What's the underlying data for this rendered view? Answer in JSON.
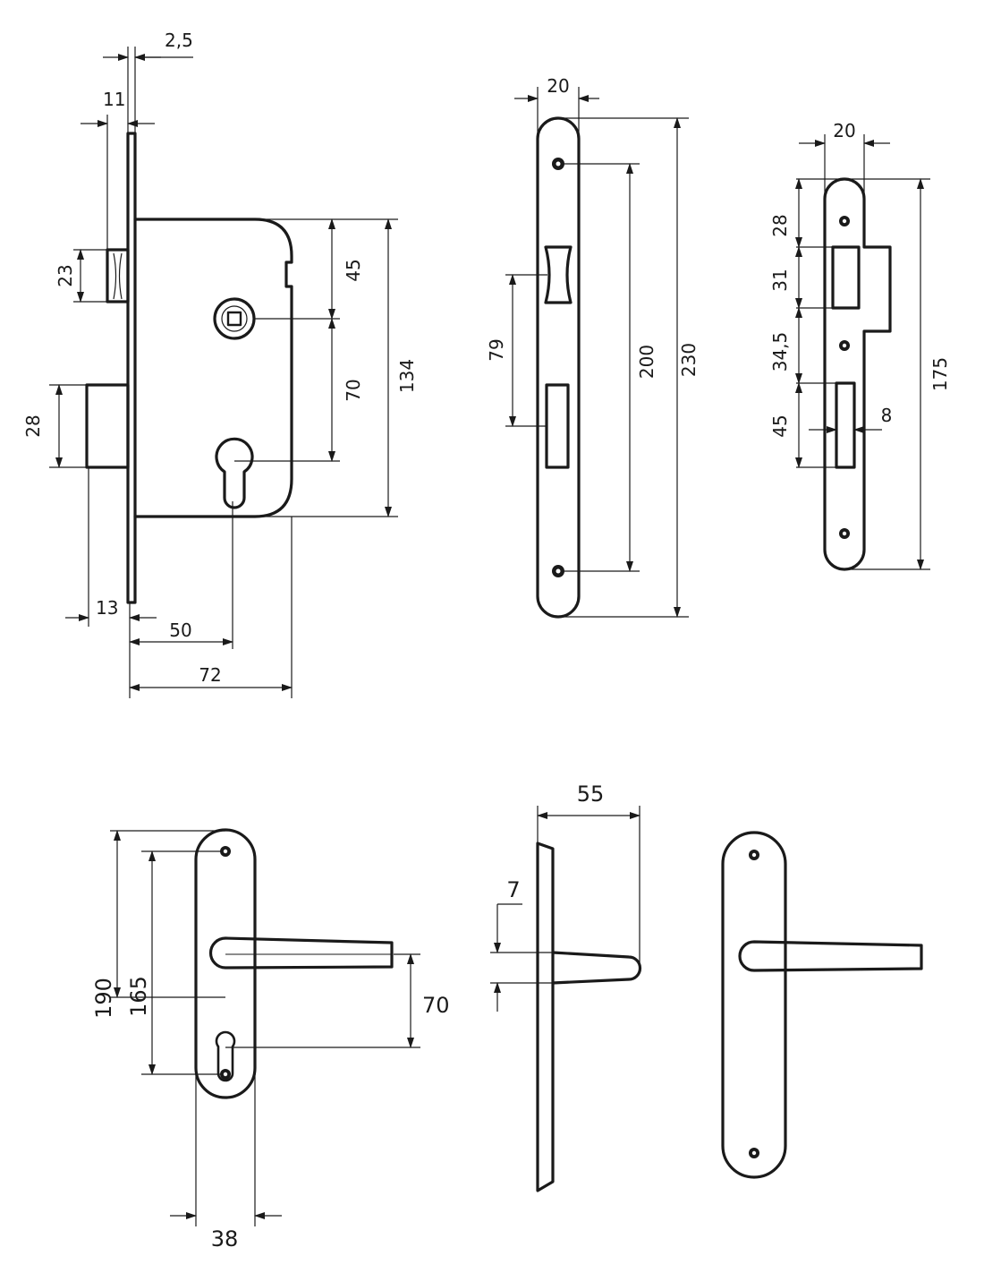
{
  "lock_body": {
    "dims": [
      "2,5",
      "11",
      "23",
      "28",
      "13",
      "50",
      "72",
      "45",
      "70",
      "134"
    ]
  },
  "faceplate": {
    "dims": [
      "20",
      "79",
      "200",
      "230"
    ]
  },
  "strike_plate": {
    "dims": [
      "20",
      "28",
      "31",
      "34,5",
      "45",
      "8",
      "175"
    ]
  },
  "handle_front": {
    "dims": [
      "190",
      "165",
      "70",
      "38"
    ]
  },
  "handle_side": {
    "dims": [
      "55",
      "7"
    ]
  }
}
